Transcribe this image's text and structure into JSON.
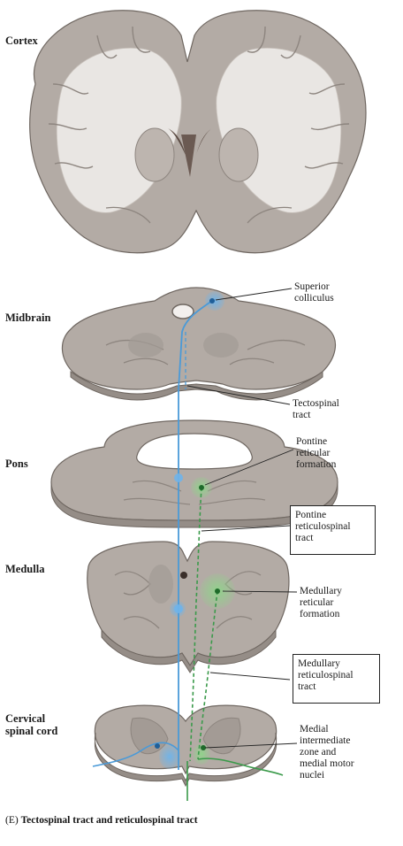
{
  "levels": {
    "cortex": "Cortex",
    "midbrain": "Midbrain",
    "pons": "Pons",
    "medulla": "Medulla",
    "cervical": "Cervical\nspinal cord"
  },
  "labels": {
    "superior_colliculus": "Superior\ncolliculus",
    "tectospinal_tract": "Tectospinal\ntract",
    "pontine_reticular_formation": "Pontine\nreticular\nformation",
    "pontine_reticulospinal_tract": "Pontine\nreticulospinal\ntract",
    "medullary_reticular_formation": "Medullary\nreticular\nformation",
    "medullary_reticulospinal_tract": "Medullary\nreticulospinal\ntract",
    "medial_intermediate_zone": "Medial\nintermediate\nzone and\nmedial motor\nnuclei"
  },
  "caption": {
    "prefix": "(E)",
    "title": "Tectospinal tract and reticulospinal tract"
  },
  "colors": {
    "tectospinal": "#4a9ad8",
    "reticulospinal": "#3a9a4a",
    "tissue": "#b3aba5",
    "white_matter": "#e9e6e3"
  }
}
